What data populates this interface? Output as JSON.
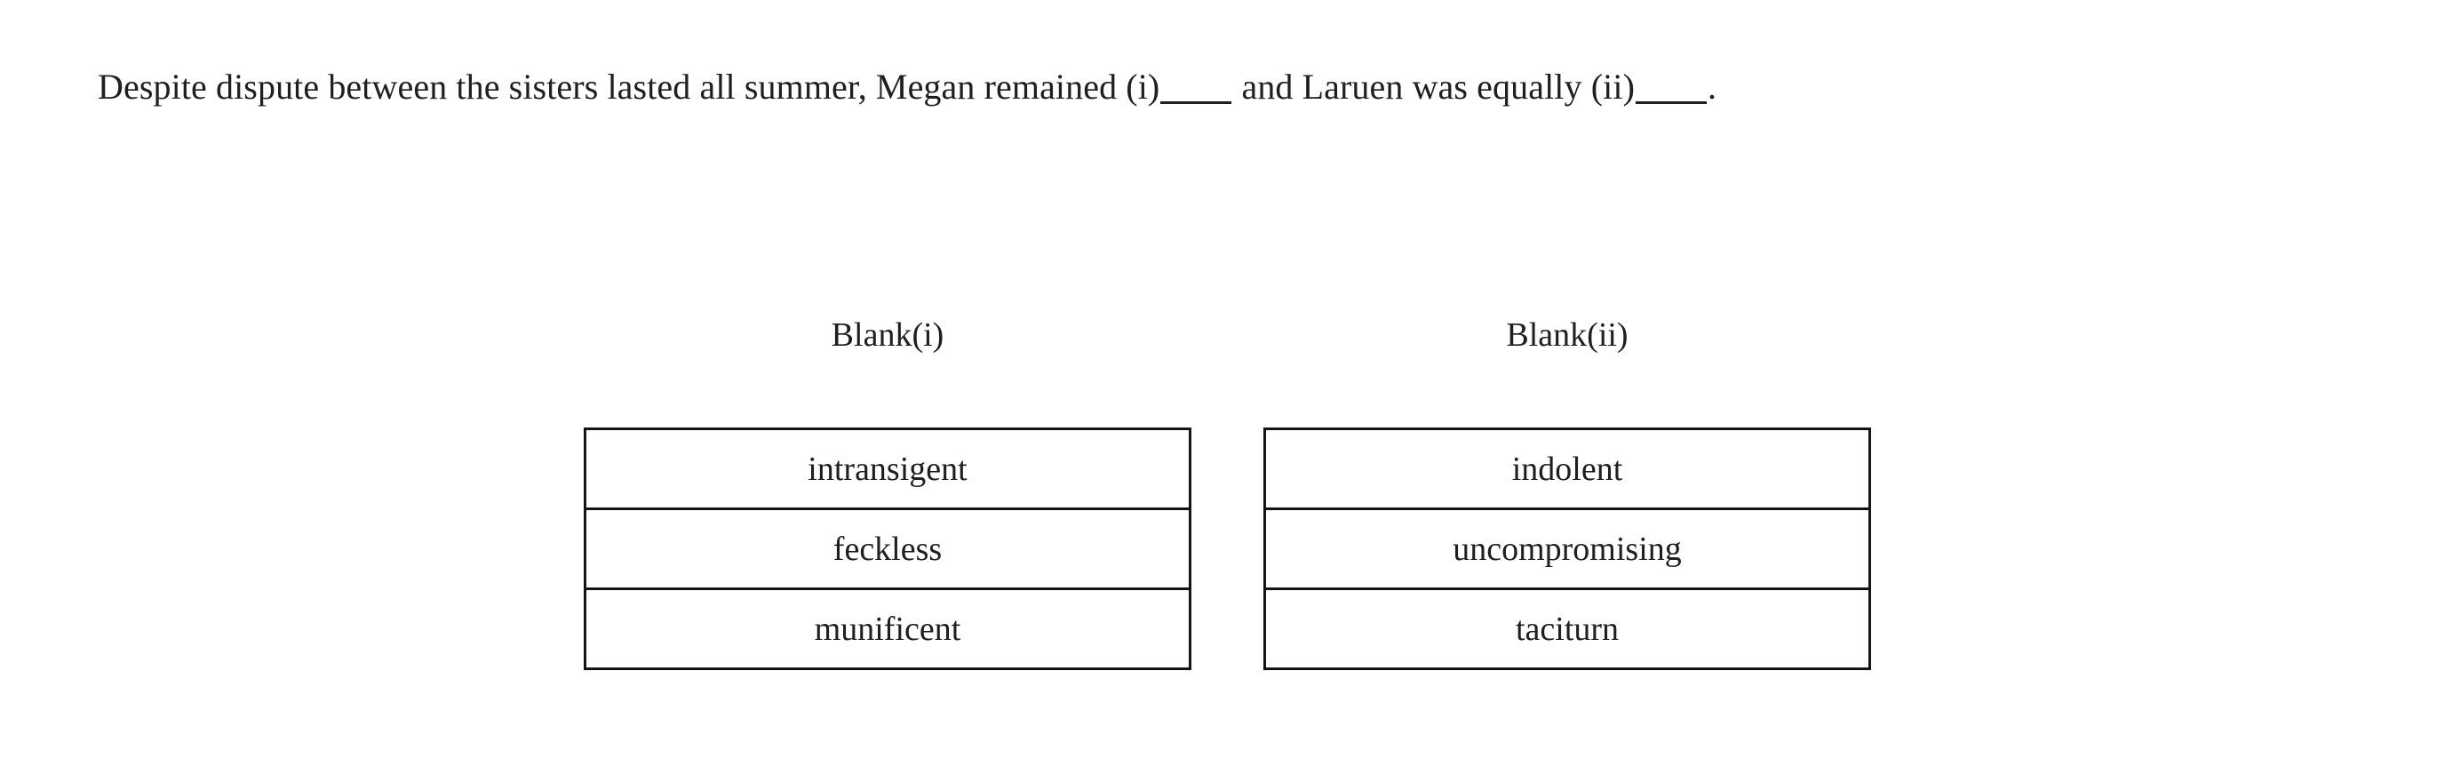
{
  "question": {
    "text_before_blank_one": "Despite dispute between the sisters lasted all summer, Megan remained (i)",
    "text_between_blanks": " and Laruen was equally (ii)",
    "text_after_blank_two": "."
  },
  "blanks": [
    {
      "heading": "Blank(i)",
      "options": [
        "intransigent",
        "feckless",
        "munificent"
      ]
    },
    {
      "heading": "Blank(ii)",
      "options": [
        "indolent",
        "uncompromising",
        "taciturn"
      ]
    }
  ],
  "colors": {
    "page_background": "#ffffff",
    "text": "#1f1f1f",
    "table_border": "#141414"
  }
}
